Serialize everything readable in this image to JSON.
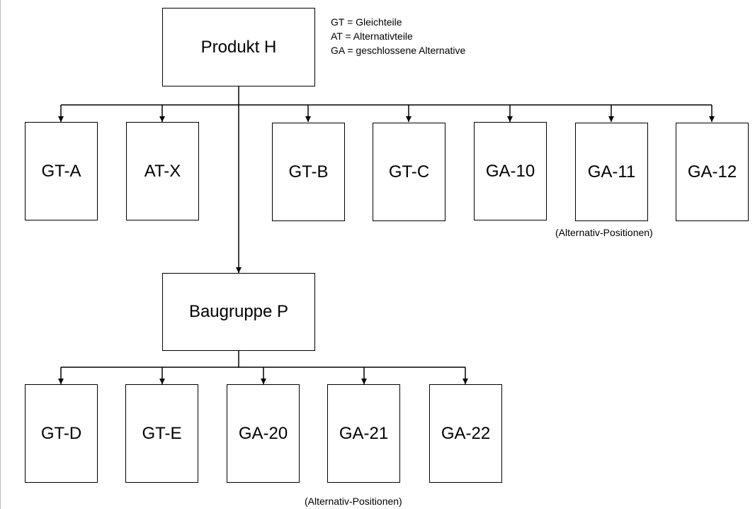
{
  "legend": [
    "GT = Gleichteile",
    "AT = Alternativteile",
    "GA = geschlossene Alternative"
  ],
  "root": {
    "label": "Produkt H"
  },
  "level1": [
    {
      "label": "GT-A"
    },
    {
      "label": "AT-X"
    },
    {
      "label": "GT-B"
    },
    {
      "label": "GT-C"
    },
    {
      "label": "GA-10"
    },
    {
      "label": "GA-11"
    },
    {
      "label": "GA-12"
    }
  ],
  "assembly": {
    "label": "Baugruppe P"
  },
  "level2": [
    {
      "label": "GT-D"
    },
    {
      "label": "GT-E"
    },
    {
      "label": "GA-20"
    },
    {
      "label": "GA-21"
    },
    {
      "label": "GA-22"
    }
  ],
  "notes": {
    "top": "(Alternativ-Positionen)",
    "bottom": "(Alternativ-Positionen)"
  },
  "colors": {
    "stroke": "#000000",
    "background": "#ffffff"
  }
}
